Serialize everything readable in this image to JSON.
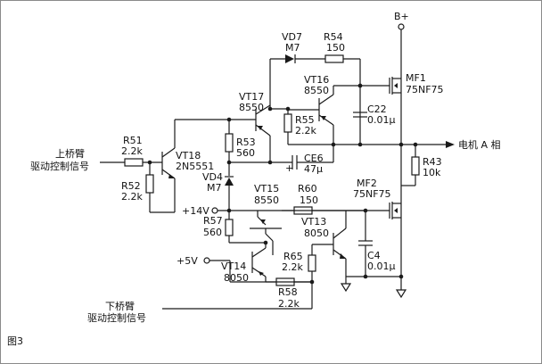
{
  "figure": {
    "caption": "图3"
  },
  "nets": {
    "supply": "B+",
    "v14": "+14V",
    "v5": "+5V",
    "motor": "电机 A 相"
  },
  "inputs": {
    "upper": {
      "line1": "上桥臂",
      "line2": "驱动控制信号"
    },
    "lower": {
      "line1": "下桥臂",
      "line2": "驱动控制信号"
    }
  },
  "components": {
    "VD7": {
      "ref": "VD7",
      "val": "M7"
    },
    "R54": {
      "ref": "R54",
      "val": "150"
    },
    "VT16": {
      "ref": "VT16",
      "val": "8550"
    },
    "VT17": {
      "ref": "VT17",
      "val": "8550"
    },
    "MF1": {
      "ref": "MF1",
      "val": "75NF75"
    },
    "R55": {
      "ref": "R55",
      "val": "2.2k"
    },
    "C22": {
      "ref": "C22",
      "val": "0.01μ"
    },
    "R51": {
      "ref": "R51",
      "val": "2.2k"
    },
    "VT18": {
      "ref": "VT18",
      "val": "2N5551"
    },
    "R53": {
      "ref": "R53",
      "val": "560"
    },
    "CE6": {
      "ref": "CE6",
      "val": "47μ"
    },
    "R43": {
      "ref": "R43",
      "val": "10k"
    },
    "R52": {
      "ref": "R52",
      "val": "2.2k"
    },
    "VD4": {
      "ref": "VD4",
      "val": "M7"
    },
    "VT15": {
      "ref": "VT15",
      "val": "8550"
    },
    "R60": {
      "ref": "R60",
      "val": "150"
    },
    "MF2": {
      "ref": "MF2",
      "val": "75NF75"
    },
    "R57": {
      "ref": "R57",
      "val": "560"
    },
    "VT13": {
      "ref": "VT13",
      "val": "8050"
    },
    "C4": {
      "ref": "C4",
      "val": "0.01μ"
    },
    "R65": {
      "ref": "R65",
      "val": "2.2k"
    },
    "VT14": {
      "ref": "VT14",
      "val": "8050"
    },
    "R58": {
      "ref": "R58",
      "val": "2.2k"
    }
  }
}
